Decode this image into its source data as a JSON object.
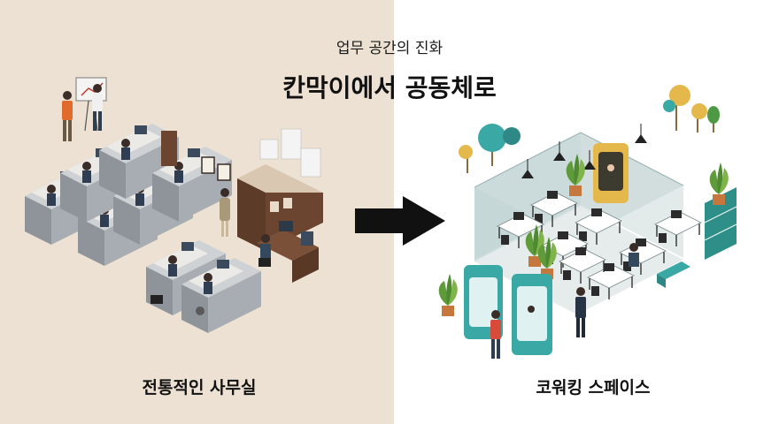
{
  "header": {
    "subtitle": "업무 공간의 진화",
    "title": "칸막이에서 공동체로"
  },
  "left_panel": {
    "caption": "전통적인 사무실"
  },
  "right_panel": {
    "caption": "코워킹 스페이스"
  },
  "colors": {
    "left_background": "#ece1d2",
    "right_background": "#ffffff",
    "arrow": "#111111",
    "cubicle_wall": "#9aa0a6",
    "office_wood": "#6b4530",
    "cowork_floor": "#dfe6e6",
    "cowork_wall": "#b9cfcf",
    "phone_booth": "#3aa9a6",
    "meeting_pod": "#e4b84a"
  },
  "icons": [
    "right-arrow-icon"
  ]
}
